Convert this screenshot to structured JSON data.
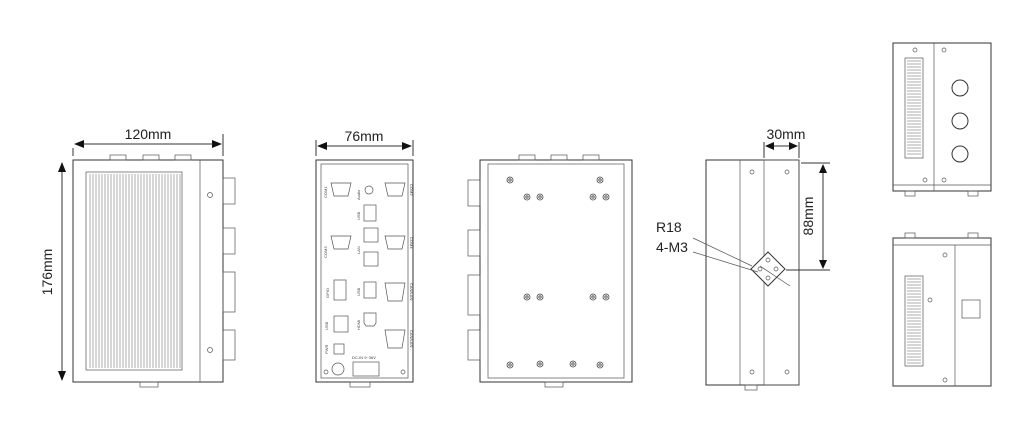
{
  "dimensions": {
    "front_width": "120mm",
    "front_height": "176mm",
    "side_width": "76mm",
    "bracket_width": "30mm",
    "bracket_height": "88mm",
    "radius": "R18",
    "screws": "4-M3"
  },
  "ports": {
    "com1": "COM1",
    "com2": "COM2",
    "com3": "COM3",
    "com4": "COM4",
    "audio": "Audio",
    "usb": "USB",
    "lan": "LAN",
    "hdmi": "HDMI",
    "canlan": "CAN/LAN",
    "power": "DC-IN 9~36V",
    "gpio": "GPIO",
    "pwr": "PWR"
  },
  "colors": {
    "line": "#333333",
    "fill": "#f4f4f4",
    "background": "#ffffff"
  }
}
